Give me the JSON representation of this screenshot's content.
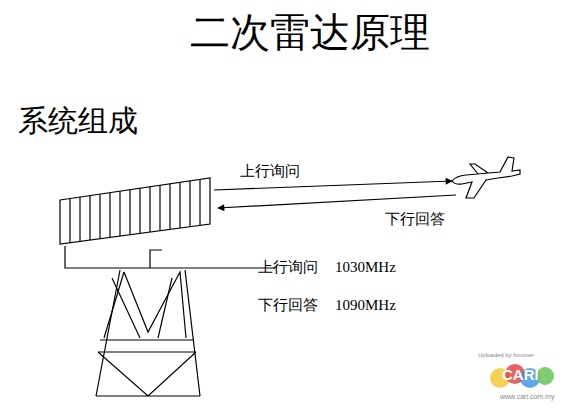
{
  "diagram": {
    "title": "二次雷达原理",
    "labels": [
      "系统组成",
      "上行询问",
      "下行回答",
      "上行询问",
      "1030MHz",
      "下行回答",
      "1090MHz",
      "Uploaded by forumer",
      "www.cari.com.my",
      "CARI"
    ]
  }
}
